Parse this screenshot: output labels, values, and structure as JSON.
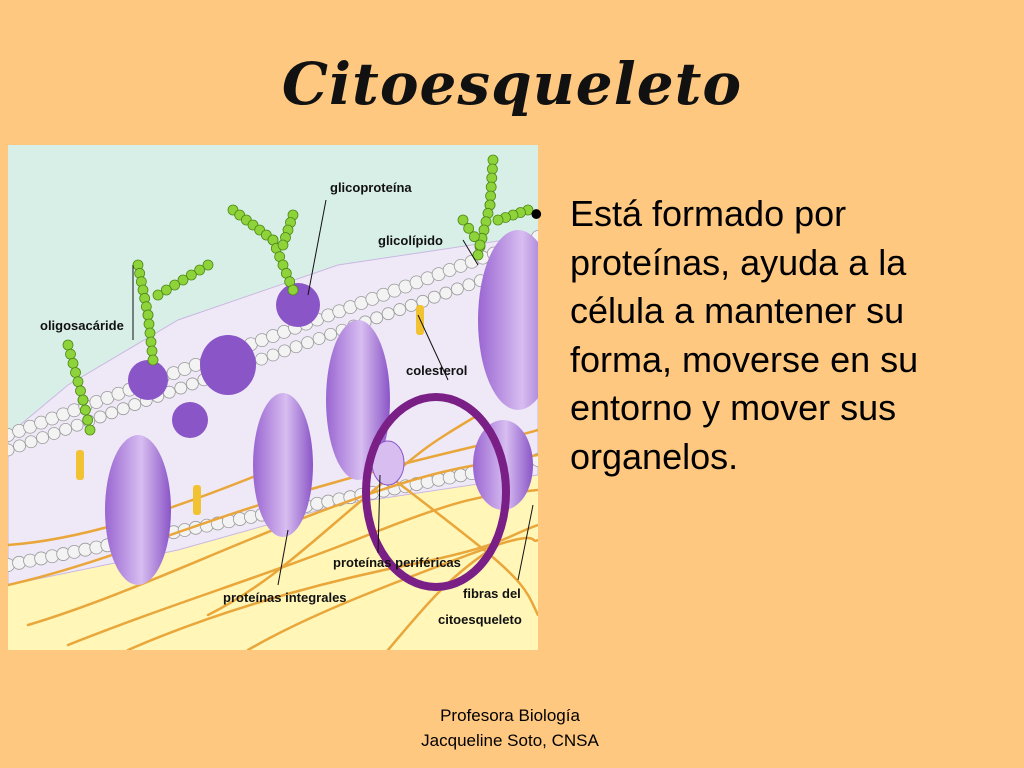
{
  "slide": {
    "title": "Citoesqueleto",
    "bullets": [
      "Está formado por proteínas, ayuda a la célula a mantener su forma, moverse en su entorno y mover sus organelos."
    ],
    "bullet_glyph": "•",
    "footer_line1": "Profesora Biología",
    "footer_line2": "Jacqueline Soto, CNSA"
  },
  "diagram": {
    "labels": {
      "glicoproteina": "glicoproteína",
      "glicolipido": "glicolípido",
      "oligosacaride": "oligosacáride",
      "colesterol": "colesterol",
      "proteinas_perifericas": "proteínas periféricas",
      "proteinas_integrales": "proteínas integrales",
      "fibras_line1": "fibras del",
      "fibras_line2": "citoesqueleto"
    },
    "colors": {
      "background": "#FFC880",
      "membrane_bg": "#D8EFE8",
      "cytoplasm": "#FFF6B8",
      "protein": "#C9A3E8",
      "protein_dark": "#8A55C7",
      "sugar_chain": "#8FD33A",
      "fibers": "#E9A63A",
      "highlight_circle": "#7A1F86"
    }
  }
}
